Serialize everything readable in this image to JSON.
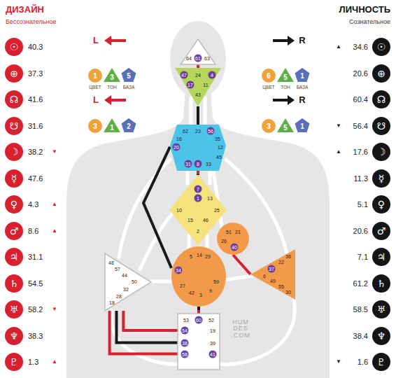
{
  "diagram": {
    "nodes": [
      {
        "text": [
          "64",
          "61",
          "63"
        ]
      },
      {
        "text": [
          "47",
          "24",
          "4",
          "17",
          "11",
          "43"
        ]
      },
      {
        "text": [
          "62",
          "23",
          "56",
          "16",
          "35",
          "20",
          "12",
          "45",
          "31",
          "8",
          "33"
        ]
      },
      {
        "text": [
          "7",
          "1",
          "13",
          "10",
          "25",
          "15",
          "46",
          "2"
        ]
      },
      {
        "text": [
          "51",
          "21",
          "26",
          "40"
        ]
      },
      {
        "text": [
          "48",
          "57",
          "44",
          "50",
          "32",
          "28",
          "18"
        ]
      },
      {
        "text": [
          "5",
          "14",
          "29",
          "34",
          "27",
          "42",
          "3",
          "9",
          "59"
        ]
      },
      {
        "text": [
          "36",
          "22",
          "37",
          "6",
          "49",
          "55",
          "30"
        ]
      },
      {
        "text": [
          "53",
          "60",
          "52",
          "54",
          "19",
          "38",
          "39",
          "58",
          "41"
        ]
      }
    ],
    "edges": [
      {
        "from": 0,
        "to": 1,
        "arrow": "none"
      },
      {
        "from": 1,
        "to": 2,
        "arrow": "none"
      },
      {
        "from": 2,
        "to": 3,
        "arrow": "none"
      },
      {
        "from": 2,
        "to": 6,
        "arrow": "none"
      },
      {
        "from": 4,
        "to": 7,
        "arrow": "none"
      },
      {
        "from": 8,
        "to": 6,
        "arrow": "none"
      },
      {
        "from": 8,
        "to": 5,
        "arrow": "none"
      },
      {
        "from": 8,
        "to": 5,
        "arrow": "none"
      },
      {
        "from": 8,
        "to": 5,
        "arrow": "none"
      }
    ],
    "labels": [
      "ДИЗАЙН",
      "Бессознательное",
      "ЛИЧНОСТЬ",
      "Сознательное",
      "☉",
      "40.3",
      "⊕",
      "37.3",
      "☊",
      "41.6",
      "☋",
      "31.6",
      "☽",
      "38.2",
      "▼",
      "☿",
      "47.6",
      "♀",
      "4.3",
      "▲",
      "♂",
      "8.6",
      "▲",
      "♃",
      "31.1",
      "♄",
      "54.5",
      "♅",
      "58.2",
      "▼",
      "♆",
      "38.3",
      "♇",
      "1.3",
      "▲",
      "▲",
      "34.6",
      "☉",
      "20.6",
      "⊕",
      "60.4",
      "☊",
      "▼",
      "56.4",
      "☋",
      "▲",
      "17.6",
      "☽",
      "11.3",
      "☿",
      "5.1",
      "♀",
      "20.6",
      "♂",
      "7.1",
      "♃",
      "61.2",
      "♄",
      "58.5",
      "♅",
      "38.4",
      "♆",
      "▼",
      "1.6",
      "♇",
      "L",
      "1",
      "3",
      "5",
      "ЦВЕТ",
      "ТОН",
      "БАЗА",
      "L",
      "3",
      "1",
      "2",
      "R",
      "6",
      "5",
      "1",
      "ЦВЕТ",
      "ТОН",
      "БАЗА",
      "R",
      "3",
      "5",
      "1",
      "HUM DES .COM"
    ]
  }
}
